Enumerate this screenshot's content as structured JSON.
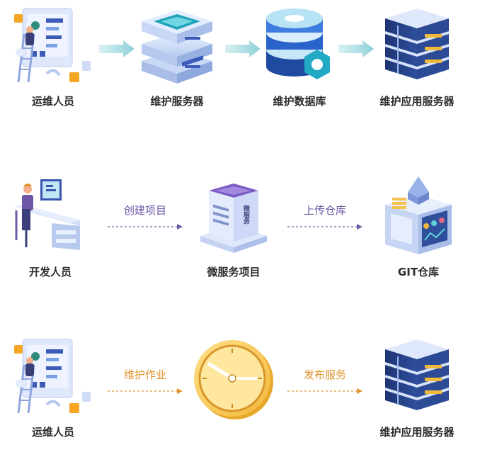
{
  "colors": {
    "purple": "#6f5aa8",
    "orange": "#e0932b",
    "teal": "#9fd9e0"
  },
  "rows": [
    {
      "nodes": [
        {
          "label": "运维人员",
          "icon": "ops-person-icon"
        },
        {
          "label": "维护服务器",
          "icon": "server-icon"
        },
        {
          "label": "维护数据库",
          "icon": "database-icon"
        },
        {
          "label": "维护应用服务器",
          "icon": "app-server-icon"
        }
      ]
    },
    {
      "nodes": [
        {
          "label": "开发人员",
          "icon": "developer-desk-icon"
        },
        {
          "label": "微服务项目",
          "icon": "microservice-icon"
        },
        {
          "label": "GIT仓库",
          "icon": "git-repo-icon"
        }
      ],
      "connectors": [
        {
          "label": "创建项目"
        },
        {
          "label": "上传仓库"
        }
      ]
    },
    {
      "nodes": [
        {
          "label": "运维人员",
          "icon": "ops-person-icon"
        },
        {
          "label": "",
          "icon": "clock-icon"
        },
        {
          "label": "维护应用服务器",
          "icon": "app-server-icon"
        }
      ],
      "connectors": [
        {
          "label": "维护作业"
        },
        {
          "label": "发布服务"
        }
      ]
    }
  ],
  "microservice_text": "微服务"
}
